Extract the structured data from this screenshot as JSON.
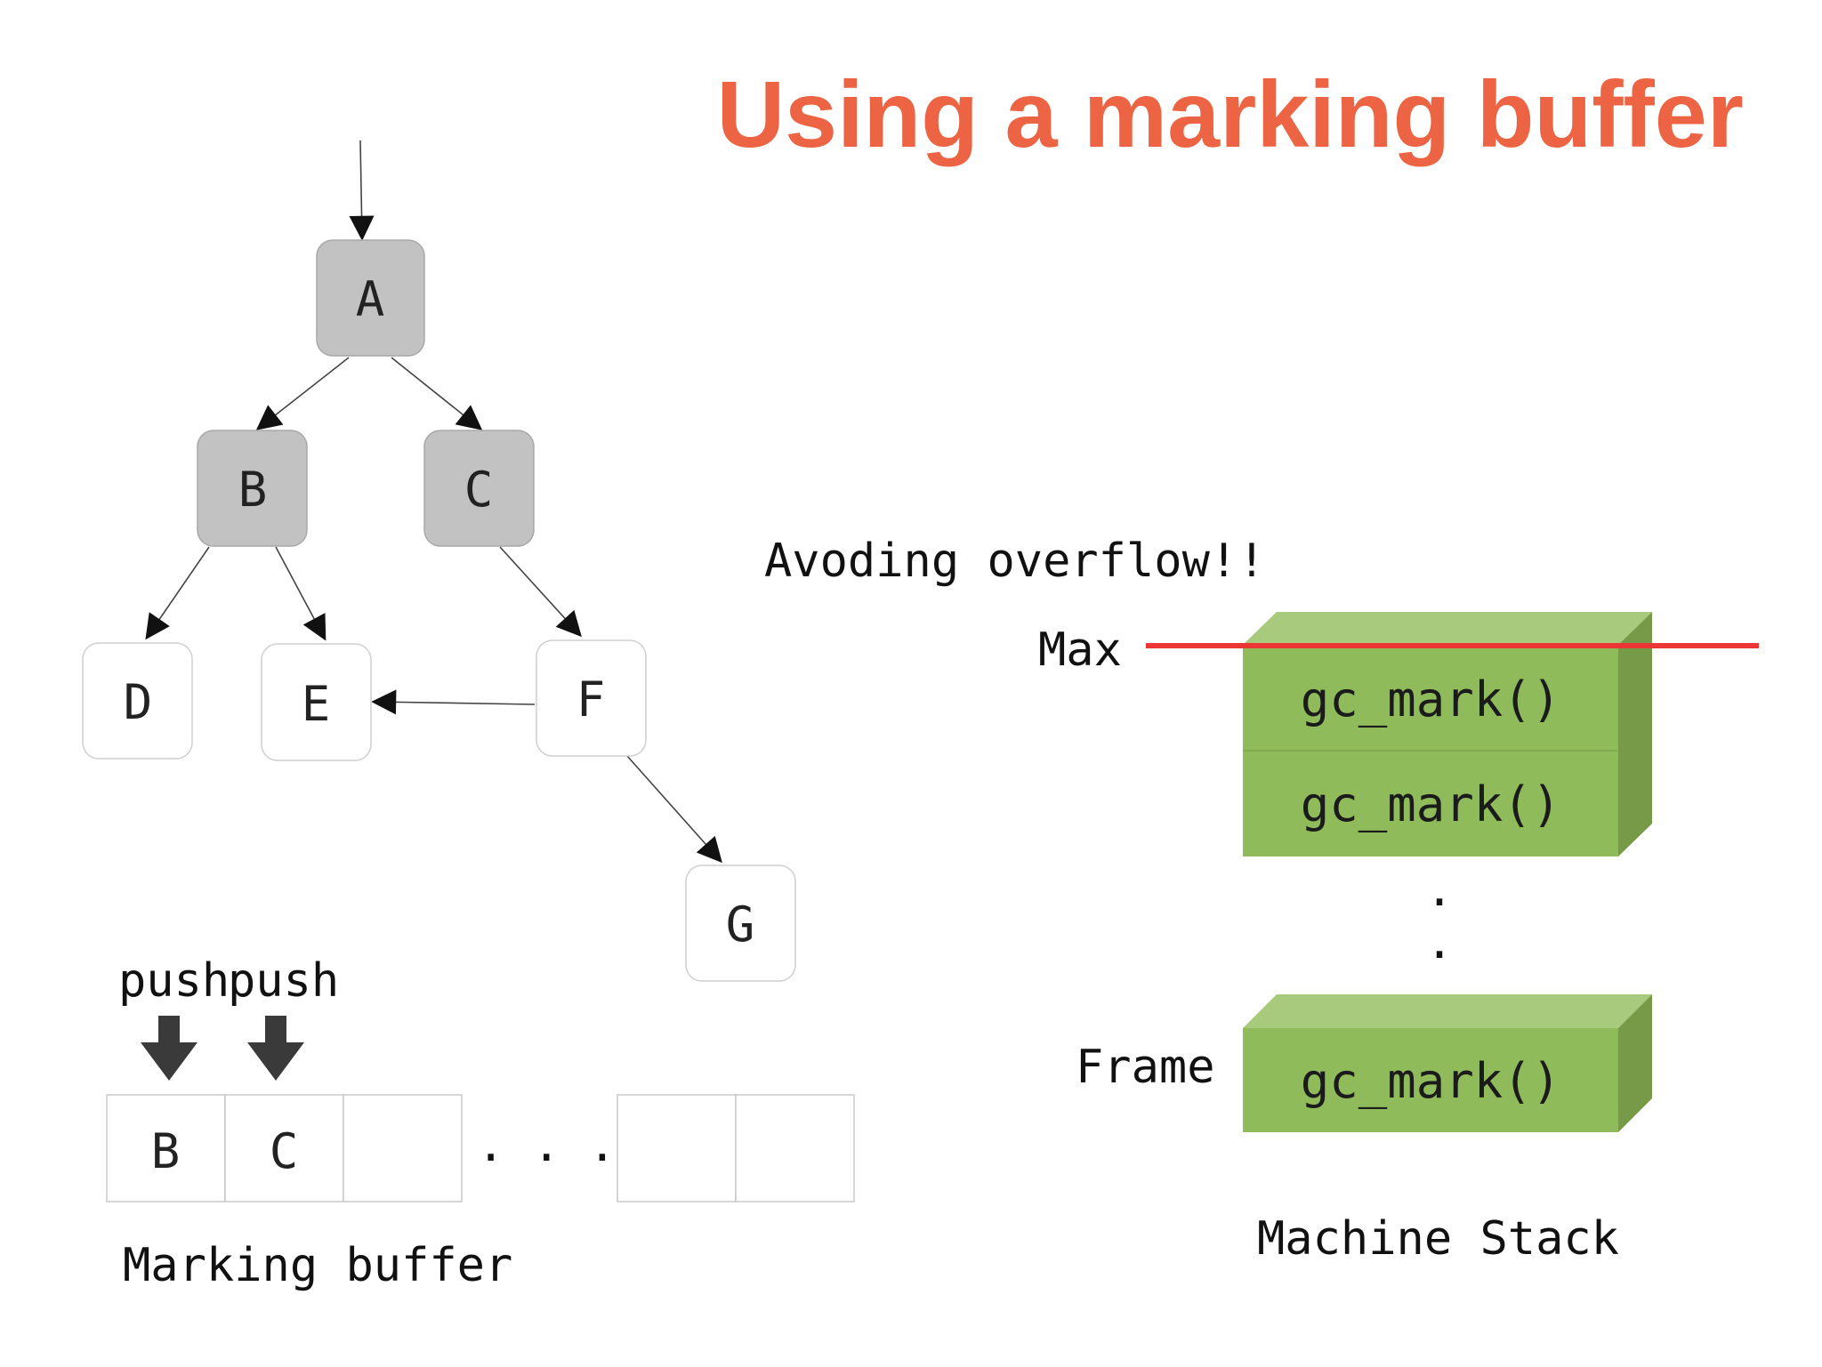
{
  "title": "Using a marking buffer",
  "colors": {
    "title": "#ec6443",
    "node_marked": "#c2c2c2",
    "node_unmarked": "#ffffff",
    "frame_front": "#8fbb5a",
    "frame_top": "#a8ca7c",
    "frame_side": "#779a48",
    "max_line": "#ec3535"
  },
  "graph": {
    "nodes": [
      {
        "id": "A",
        "label": "A",
        "marked": true
      },
      {
        "id": "B",
        "label": "B",
        "marked": true
      },
      {
        "id": "C",
        "label": "C",
        "marked": true
      },
      {
        "id": "D",
        "label": "D",
        "marked": false
      },
      {
        "id": "E",
        "label": "E",
        "marked": false
      },
      {
        "id": "F",
        "label": "F",
        "marked": false
      },
      {
        "id": "G",
        "label": "G",
        "marked": false
      }
    ],
    "edges": [
      {
        "from": "A",
        "to": "B"
      },
      {
        "from": "A",
        "to": "C"
      },
      {
        "from": "B",
        "to": "D"
      },
      {
        "from": "B",
        "to": "E"
      },
      {
        "from": "C",
        "to": "F"
      },
      {
        "from": "F",
        "to": "E"
      },
      {
        "from": "F",
        "to": "G"
      }
    ]
  },
  "buffer": {
    "push_labels": [
      "push",
      "push"
    ],
    "cells": [
      "B",
      "C",
      "",
      "",
      ""
    ],
    "ellipsis": ". . .",
    "caption": "Marking buffer"
  },
  "stack": {
    "note": "Avoding overflow!!",
    "max_label": "Max",
    "frame_label": "Frame",
    "frames": [
      "gc_mark()",
      "gc_mark()",
      "gc_mark()"
    ],
    "dots": ".",
    "caption": "Machine Stack"
  }
}
